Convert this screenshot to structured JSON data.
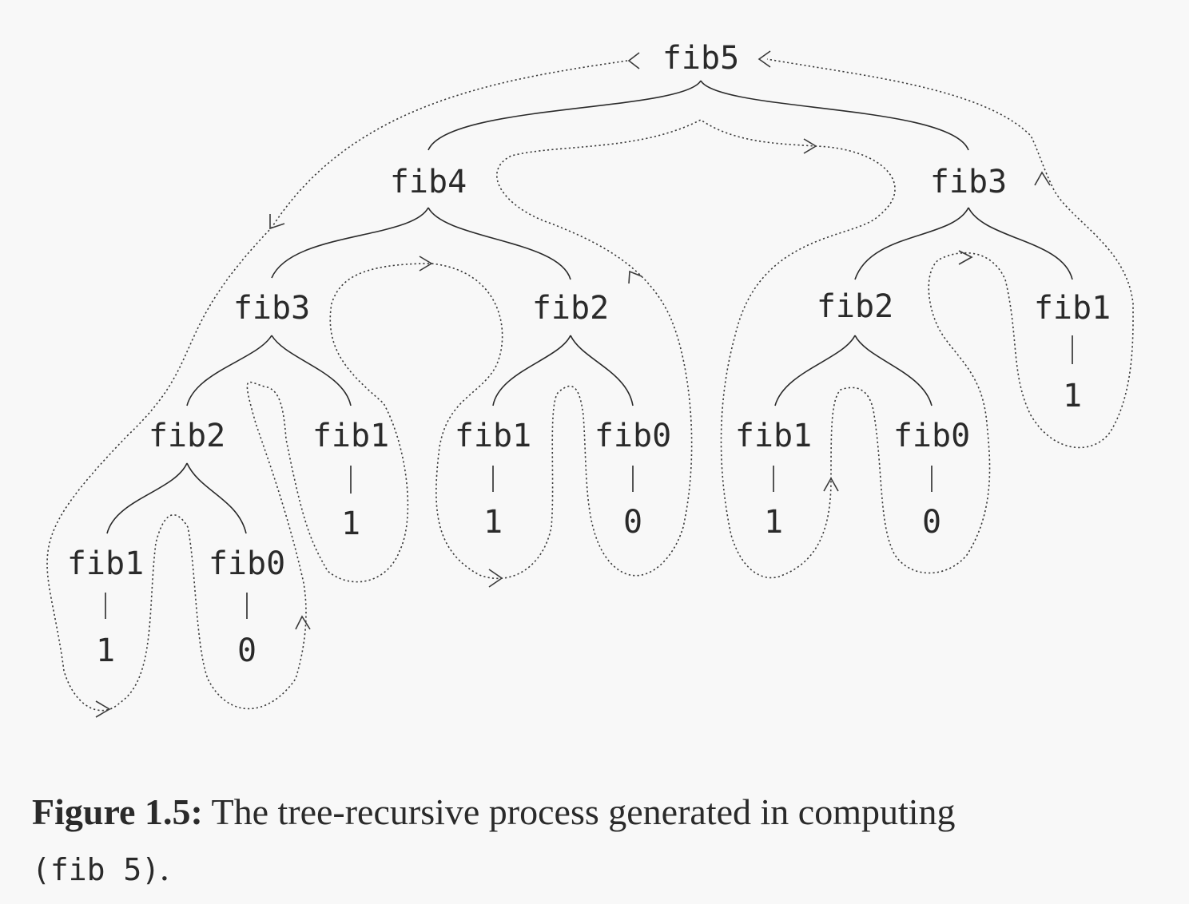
{
  "diagram": {
    "nodes": {
      "root": "fib5",
      "n_fib4": "fib4",
      "n_fib3_right": "fib3",
      "n_fib3_left": "fib3",
      "n_fib2_mid": "fib2",
      "n_fib2_right": "fib2",
      "n_fib1_far_right": "fib1",
      "n_fib2_left": "fib2",
      "n_fib1_a": "fib1",
      "n_fib1_b": "fib1",
      "n_fib0_b": "fib0",
      "n_fib1_c": "fib1",
      "n_fib0_c": "fib0",
      "n_fib1_d": "fib1",
      "n_fib0_d": "fib0"
    },
    "leaves": {
      "v_far_right": "1",
      "v_a": "1",
      "v_b1": "1",
      "v_b0": "0",
      "v_c1": "1",
      "v_c0": "0",
      "v_d1": "1",
      "v_d0": "0"
    }
  },
  "caption": {
    "label": "Figure 1.5:",
    "text": " The tree-recursive process generated in computing",
    "code": "(fib 5)",
    "end": "."
  }
}
